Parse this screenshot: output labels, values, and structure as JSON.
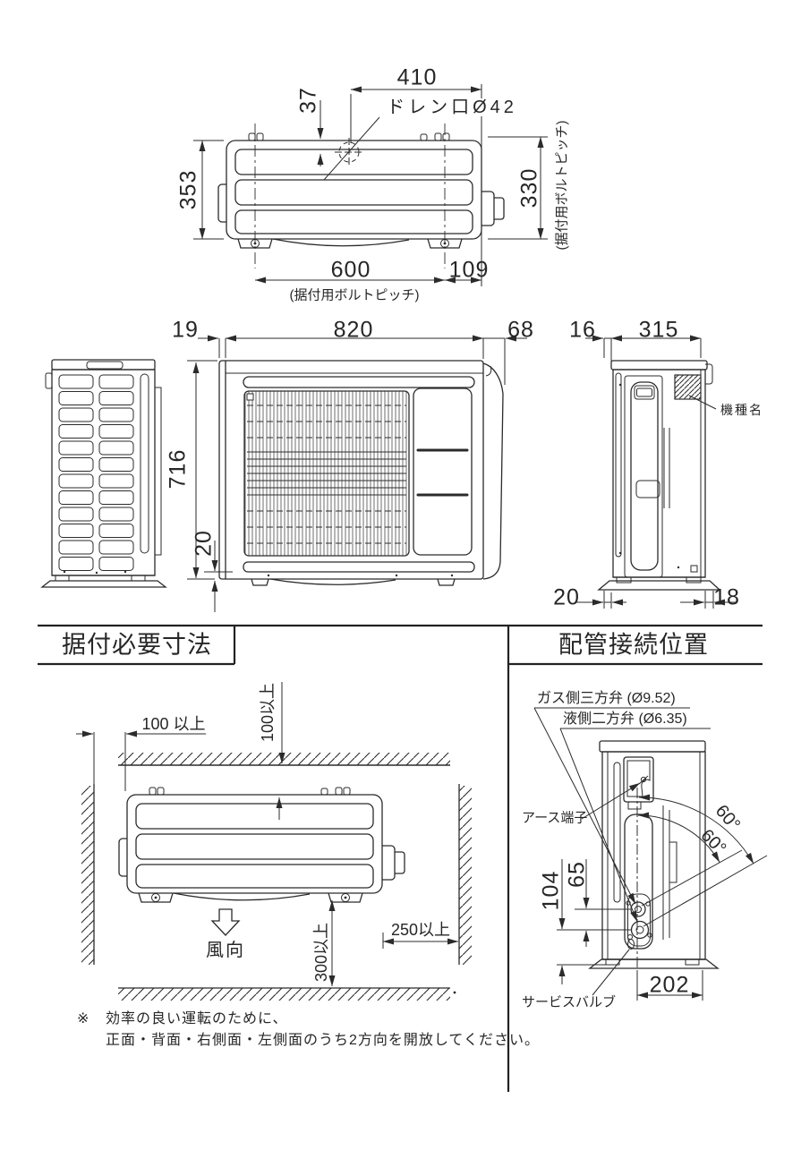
{
  "meta": {
    "background": "#ffffff",
    "ink": "#2b2b2b"
  },
  "top_view": {
    "dim_410": "410",
    "dim_37": "37",
    "drain_label": "ドレン口Ø42",
    "dim_353": "353",
    "dim_330": "330",
    "bolt_pitch_vertical_note": "(据付用ボルトピッチ)",
    "dim_600": "600",
    "bolt_pitch_horizontal_note": "(据付用ボルトピッチ)",
    "dim_109": "109"
  },
  "front_view": {
    "dim_19": "19",
    "dim_820": "820",
    "dim_68": "68",
    "dim_716": "716",
    "dim_20": "20"
  },
  "right_side_view": {
    "dim_16": "16",
    "dim_315": "315",
    "model_name_label": "機種名",
    "dim_20": "20",
    "dim_18": "18"
  },
  "sections": {
    "installation_title": "据付必要寸法",
    "piping_title": "配管接続位置"
  },
  "installation_view": {
    "clearance_left": "100 以上",
    "clearance_back": "100以上",
    "clearance_right": "250以上",
    "clearance_front": "300以上",
    "airflow_label": "風向",
    "note_mark": "※",
    "note_line1": "効率の良い運転のために、",
    "note_line2": "正面・背面・右側面・左側面のうち2方向を開放してください。"
  },
  "piping_view": {
    "gas_valve_label": "ガス側三方弁 (Ø9.52)",
    "liquid_valve_label": "液側二方弁 (Ø6.35)",
    "earth_terminal_label": "アース端子",
    "service_valve_label": "サービスバルブ",
    "dim_65": "65",
    "dim_104": "104",
    "dim_202": "202",
    "angle_upper": "60°",
    "angle_lower": "60°"
  }
}
